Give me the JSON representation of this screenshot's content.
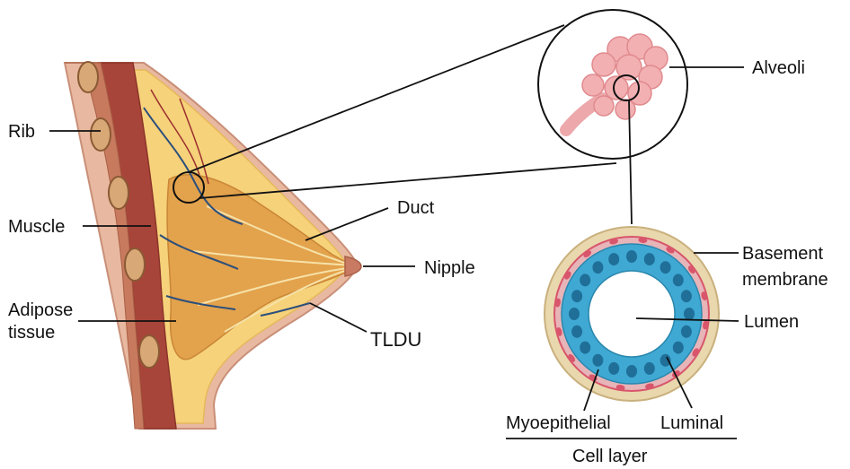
{
  "labels": {
    "rib": "Rib",
    "muscle": "Muscle",
    "adipose_line1": "Adipose",
    "adipose_line2": "tissue",
    "duct": "Duct",
    "nipple": "Nipple",
    "tldu": "TLDU",
    "alveoli": "Alveoli",
    "basement_line1": "Basement",
    "basement_line2": "membrane",
    "lumen": "Lumen",
    "myoepithelial": "Myoepithelial",
    "luminal": "Luminal",
    "cell_layer": "Cell layer"
  },
  "colors": {
    "skin": "#e8b9a0",
    "muscle": "#a8453a",
    "rib": "#d9a877",
    "fat": "#f6d27a",
    "gland": "#e0a04a",
    "vessel": "#2c4f7c",
    "alveoli": "#f2b0b2",
    "luminal_cells": "#3fa9d3",
    "myoepithelial_cells": "#d8556b",
    "basement": "#e9d7ad"
  }
}
